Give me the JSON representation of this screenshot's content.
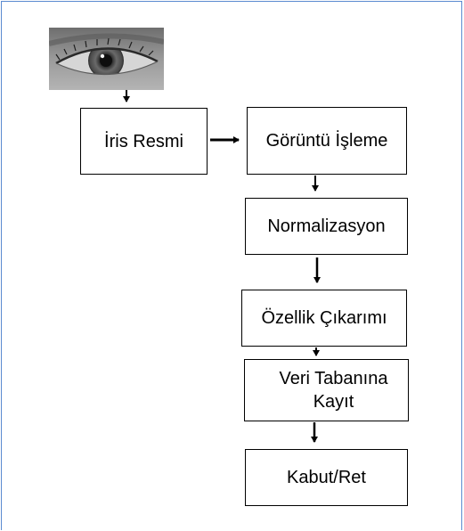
{
  "diagram": {
    "steps": {
      "iris_image": "İris Resmi",
      "image_processing": "Görüntü İşleme",
      "normalization": "Normalizasyon",
      "feature_extraction": "Özellik Çıkarımı",
      "database_record": "Veri Tabanına Kayıt",
      "accept_reject": "Kabut/Ret"
    },
    "image": {
      "subject": "eye-photograph"
    }
  },
  "colors": {
    "frame_border": "#5b8bd0",
    "box_border": "#000000",
    "text": "#000000"
  }
}
